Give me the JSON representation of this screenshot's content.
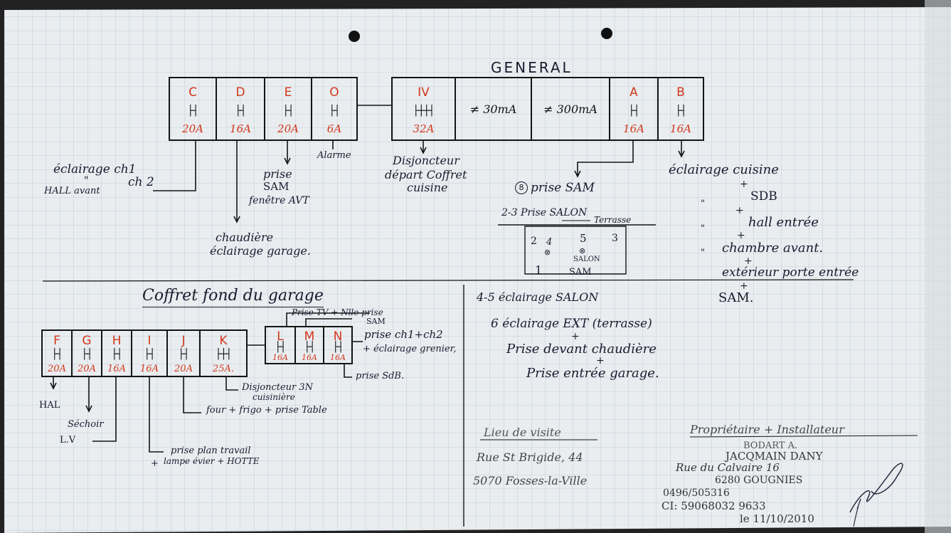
{
  "general": {
    "title": "GENERAL",
    "cells": [
      {
        "letter": "IV",
        "amp": "32A"
      },
      {
        "text": "≠ 30mA"
      },
      {
        "text": "≠ 300mA"
      },
      {
        "letter": "A",
        "amp": "16A"
      },
      {
        "letter": "B",
        "amp": "16A"
      }
    ]
  },
  "left_box": [
    {
      "letter": "C",
      "amp": "20A"
    },
    {
      "letter": "D",
      "amp": "16A"
    },
    {
      "letter": "E",
      "amp": "20A"
    },
    {
      "letter": "O",
      "amp": "6A"
    }
  ],
  "notes": {
    "c_line1": "éclairage ch1",
    "c_line2": "ch 2",
    "c_line3": "HALL avant",
    "c_ditto": "\"",
    "d_1": "chaudière",
    "d_2": "éclairage garage.",
    "e_1": "prise",
    "e_2": "SAM",
    "e_3": "fenêtre AVT",
    "o_1": "Alarme",
    "iv_1": "Disjoncteur",
    "iv_2": "départ Coffret",
    "iv_3": "cuisine",
    "a_1": "prise SAM",
    "a_circle": "8",
    "b_1": "éclairage cuisine",
    "b_2": "SDB",
    "b_3": "hall entrée",
    "b_4": "chambre avant.",
    "b_5": "extérieur porte entrée",
    "b_6": "SAM.",
    "b_plus": "+",
    "b_ditto": "\""
  },
  "salon": {
    "label_23": "2-3 Prise SALON",
    "terrasse": "Terrasse",
    "n2": "2",
    "n4": "4",
    "n5": "5",
    "n3": "3",
    "salon": "SALON",
    "n1": "1",
    "sam": "SAM",
    "l45": "4-5 éclairage SALON",
    "l6": "6 éclairage EXT (terrasse)",
    "l7": "Prise devant chaudière",
    "l8": "Prise entrée garage.",
    "plus": "+"
  },
  "coffret": {
    "title": "Coffret fond du garage",
    "cells": [
      {
        "letter": "F",
        "amp": "20A"
      },
      {
        "letter": "G",
        "amp": "20A"
      },
      {
        "letter": "H",
        "amp": "16A"
      },
      {
        "letter": "I",
        "amp": "16A"
      },
      {
        "letter": "J",
        "amp": "20A"
      },
      {
        "letter": "K",
        "amp": "25A."
      }
    ],
    "sub_cells": [
      {
        "letter": "L",
        "amp": "16A"
      },
      {
        "letter": "M",
        "amp": "16A"
      },
      {
        "letter": "N",
        "amp": "16A"
      }
    ],
    "top_note_1": "Prise TV + Nlle prise",
    "top_note_2": "SAM",
    "l_note_1": "prise ch1+ch2",
    "l_note_2": "+ éclairage grenier,",
    "n_note": "prise SdB.",
    "k_note_1": "Disjoncteur 3N",
    "k_note_2": "cuisinière",
    "j_note": "four + frigo + prise Table",
    "f_note": "HAL",
    "g_note": "Séchoir",
    "h_note": "L.V",
    "i_note_1": "prise plan travail",
    "i_note_2": "lampe évier + HOTTE",
    "i_plus": "+"
  },
  "footer": {
    "lieu_title": "Lieu de visite",
    "lieu_1": "Rue St Brigide, 44",
    "lieu_2": "5070 Fosses-la-Ville",
    "prop_title": "Propriétaire + Installateur",
    "prop_1": "BODART A.",
    "prop_2": "JACQMAIN DANY",
    "prop_3": "Rue du Calvaire 16",
    "prop_4": "6280 GOUGNIES",
    "prop_5": "0496/505316",
    "prop_6": "CI: 59068032 9633",
    "prop_7": "le 11/10/2010"
  }
}
